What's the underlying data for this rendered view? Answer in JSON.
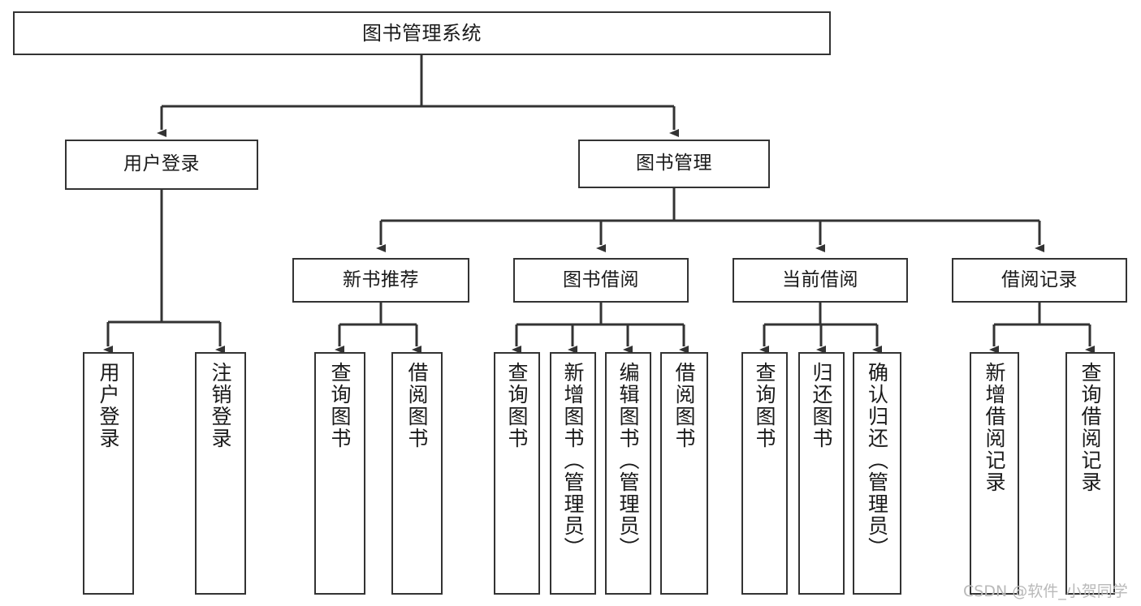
{
  "diagram": {
    "title": "图书管理系统",
    "type": "tree-hierarchy-chart",
    "colors": {
      "box_border": "#333333",
      "box_fill": "#ffffff",
      "edge": "#333333",
      "text": "#1a1a1a",
      "watermark": "#b9b9b9",
      "background": "#ffffff"
    },
    "watermark": "CSDN @软件_小贺同学"
  },
  "nodes": {
    "root": {
      "label": "图书管理系统"
    },
    "level1": [
      {
        "label": "用户登录"
      },
      {
        "label": "图书管理"
      }
    ],
    "level2": [
      {
        "label": "新书推荐"
      },
      {
        "label": "图书借阅"
      },
      {
        "label": "当前借阅"
      },
      {
        "label": "借阅记录"
      }
    ],
    "leaves": {
      "user_login": [
        {
          "label": "用户登录"
        },
        {
          "label": "注销登录"
        }
      ],
      "new_book_recommend": [
        {
          "label": "查询图书"
        },
        {
          "label": "借阅图书"
        }
      ],
      "book_borrow": [
        {
          "label": "查询图书"
        },
        {
          "label": "新增图书（管理员）"
        },
        {
          "label": "编辑图书（管理员）"
        },
        {
          "label": "借阅图书"
        }
      ],
      "current_borrow": [
        {
          "label": "查询图书"
        },
        {
          "label": "归还图书"
        },
        {
          "label": "确认归还（管理员）"
        }
      ],
      "borrow_record": [
        {
          "label": "新增借阅记录"
        },
        {
          "label": "查询借阅记录"
        }
      ]
    }
  }
}
